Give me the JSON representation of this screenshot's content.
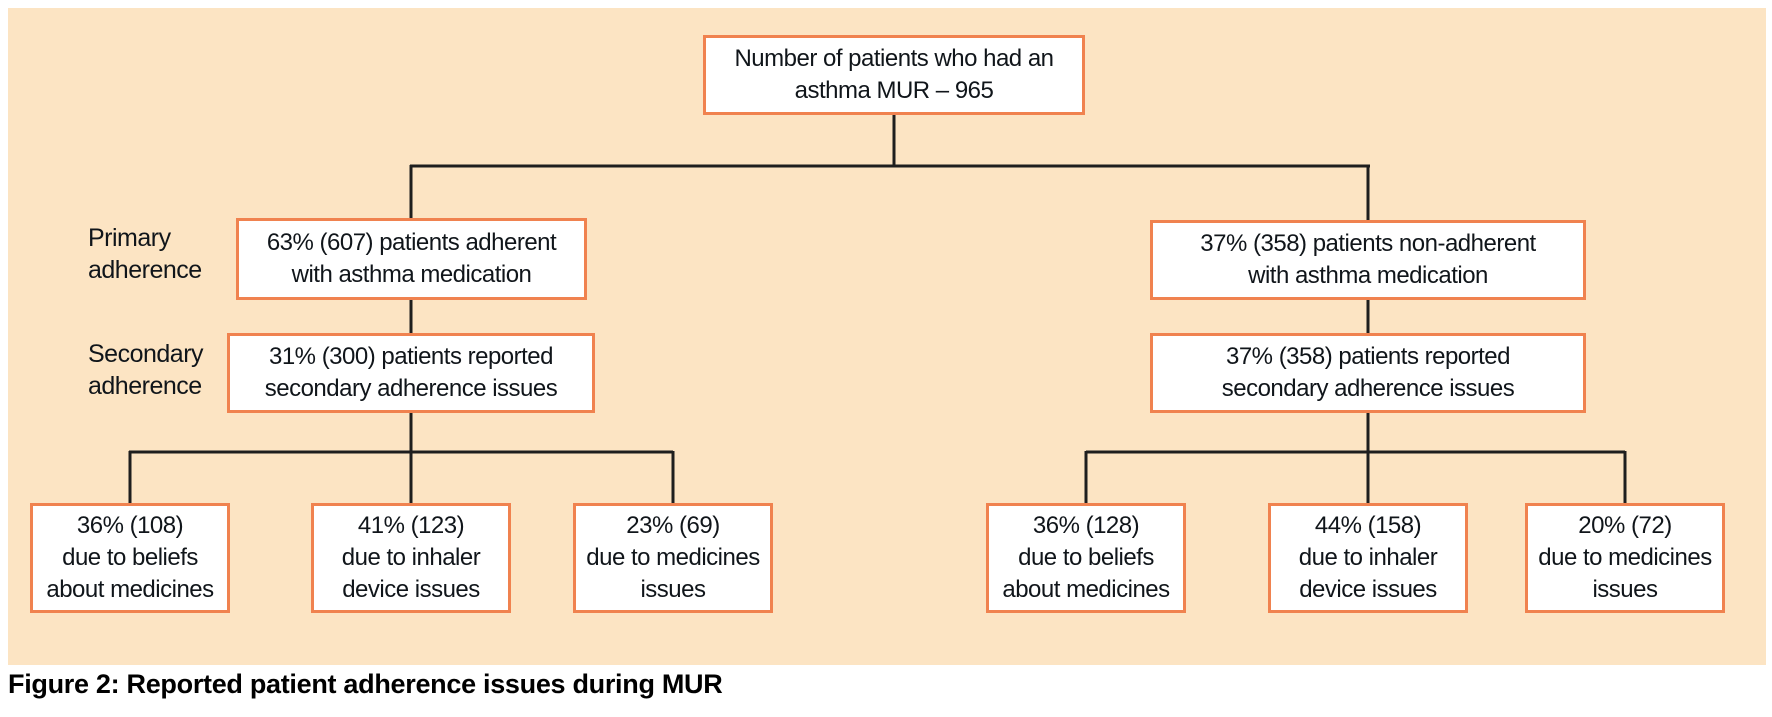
{
  "figure": {
    "caption": "Figure 2: Reported patient adherence issues during MUR"
  },
  "colors": {
    "panel_background": "#fce4c3",
    "box_border": "#f0824f",
    "box_fill": "#ffffff",
    "connector": "#1e1e1e",
    "text": "#10151a"
  },
  "side_labels": {
    "primary": "Primary\nadherence",
    "secondary": "Secondary\nadherence"
  },
  "nodes": {
    "root": "Number of patients who had an\nasthma MUR – 965",
    "left_primary": "63% (607) patients adherent\nwith asthma medication",
    "right_primary": "37% (358) patients non-adherent\nwith asthma medication",
    "left_secondary": "31% (300) patients reported\nsecondary adherence issues",
    "right_secondary": "37% (358) patients reported\nsecondary adherence issues",
    "left_leaves": [
      "36% (108)\ndue to beliefs\nabout medicines",
      "41% (123)\ndue to inhaler\ndevice issues",
      "23% (69)\ndue to medicines\nissues"
    ],
    "right_leaves": [
      "36% (128)\ndue to beliefs\nabout medicines",
      "44% (158)\ndue to inhaler\ndevice issues",
      "20% (72)\ndue to medicines\nissues"
    ]
  }
}
